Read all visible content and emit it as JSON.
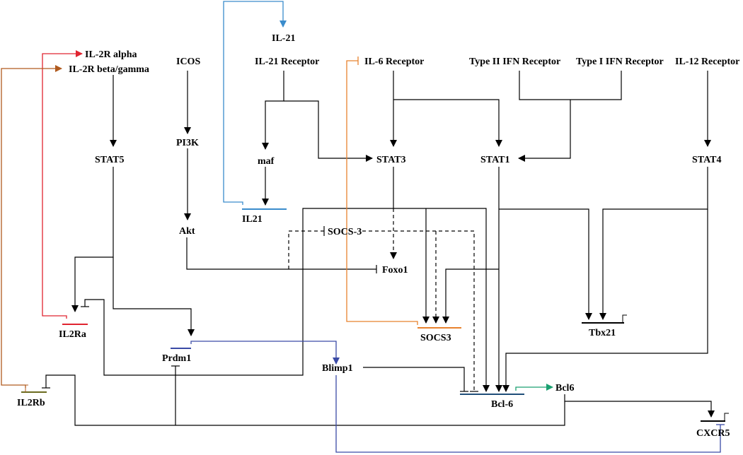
{
  "labels": {
    "il21_ligand": "IL-21",
    "il2r_alpha": "IL-2R alpha",
    "il2r_beta_gamma": "IL-2R beta/gamma",
    "icos": "ICOS",
    "il21_receptor": "IL-21 Receptor",
    "il6_receptor": "IL-6 Receptor",
    "type2_ifn_receptor": "Type II IFN Receptor",
    "type1_ifn_receptor": "Type I IFN Receptor",
    "il12_receptor": "IL-12 Receptor",
    "pi3k": "PI3K",
    "stat5": "STAT5",
    "maf": "maf",
    "stat3": "STAT3",
    "stat1": "STAT1",
    "stat4": "STAT4",
    "il21_gene": "IL21",
    "akt": "Akt",
    "socs3_protein": "SOCS-3",
    "foxo1": "Foxo1",
    "il2ra_gene": "IL2Ra",
    "prdm1_gene": "Prdm1",
    "socs3_gene": "SOCS3",
    "tbx21_gene": "Tbx21",
    "blimp1": "Blimp1",
    "bcl6_gene": "Bcl-6",
    "bcl6_protein": "Bcl6",
    "il2rb_gene": "IL2Rb",
    "cxcr5_gene": "CXCR5"
  },
  "colors": {
    "activation": "#000000",
    "il21_expression": "#3a8ccc",
    "il2ra_expression": "#e02430",
    "il2rb_expression": "#b05a1e",
    "socs3_expression": "#e8822e",
    "prdm1_expression": "#3a4aa6",
    "bcl6_expression": "#1aa070",
    "il2rb_gene_bar": "#6b6b1e",
    "bcl6_gene_bar": "#1f4e79",
    "cxcr5_repression": "#3a4aa6"
  }
}
